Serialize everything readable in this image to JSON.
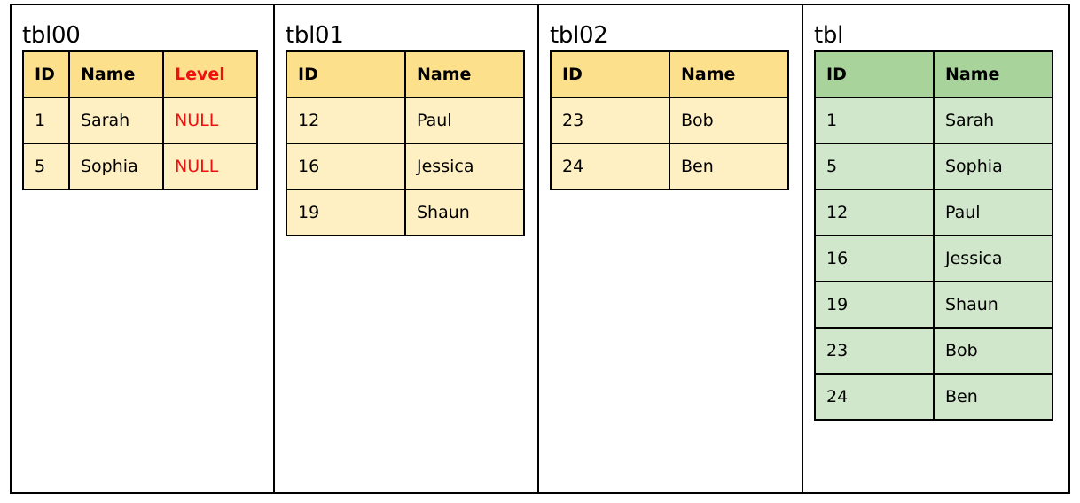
{
  "tables": [
    {
      "title": "tbl00",
      "headers": [
        "ID",
        "Name",
        "Level"
      ],
      "rows": [
        [
          "1",
          "Sarah",
          "NULL"
        ],
        [
          "5",
          "Sophia",
          "NULL"
        ]
      ]
    },
    {
      "title": "tbl01",
      "headers": [
        "ID",
        "Name"
      ],
      "rows": [
        [
          "12",
          "Paul"
        ],
        [
          "16",
          "Jessica"
        ],
        [
          "19",
          "Shaun"
        ]
      ]
    },
    {
      "title": "tbl02",
      "headers": [
        "ID",
        "Name"
      ],
      "rows": [
        [
          "23",
          "Bob"
        ],
        [
          "24",
          "Ben"
        ]
      ]
    },
    {
      "title": "tbl",
      "headers": [
        "ID",
        "Name"
      ],
      "rows": [
        [
          "1",
          "Sarah"
        ],
        [
          "5",
          "Sophia"
        ],
        [
          "12",
          "Paul"
        ],
        [
          "16",
          "Jessica"
        ],
        [
          "19",
          "Shaun"
        ],
        [
          "23",
          "Bob"
        ],
        [
          "24",
          "Ben"
        ]
      ]
    }
  ],
  "colors": {
    "source_header": "#fde08b",
    "source_cell": "#fef0c2",
    "result_header": "#a8d39a",
    "result_cell": "#d1e7cb",
    "highlight_text": "#ee1111"
  }
}
